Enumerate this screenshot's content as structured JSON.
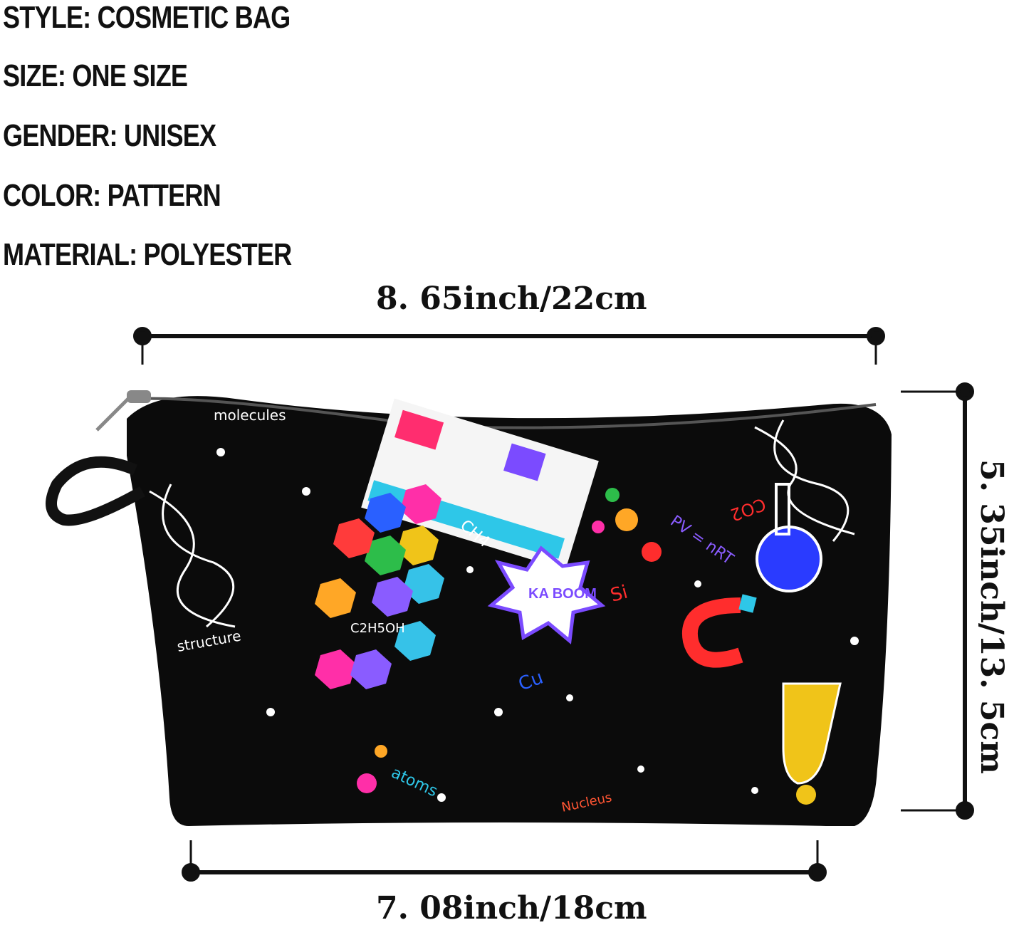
{
  "specs": {
    "style": "STYLE: COSMETIC BAG",
    "size": "SIZE:  ONE SIZE",
    "gender": "GENDER: UNISEX",
    "color": "COLOR:  PATTERN",
    "material": "MATERIAL: POLYESTER"
  },
  "dimensions": {
    "top_width": "8. 65inch/22cm",
    "height": "5. 35inch/13. 5cm",
    "bottom_width": "7. 08inch/18cm"
  },
  "bag_print_text": {
    "molecules": "molecules",
    "structure": "structure",
    "ka_boom": "KA BOOM",
    "pv_nrt": "PV = nRT",
    "atoms": "atoms",
    "nucleus": "Nucleus",
    "ch4": "CH4",
    "co2": "CO2",
    "cu": "Cu",
    "si": "Si",
    "c2h5oh": "C2H5OH"
  },
  "colors": {
    "bag": "#0b0b0b",
    "line": "#111111"
  }
}
